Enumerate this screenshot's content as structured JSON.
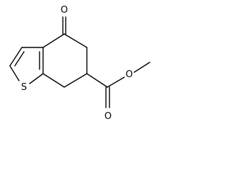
{
  "molecule": {
    "atoms": [
      {
        "id": "O_ketone",
        "label": "O"
      },
      {
        "id": "S_thiophene",
        "label": "S"
      },
      {
        "id": "O_ester_carbonyl",
        "label": "O"
      },
      {
        "id": "O_ester_single",
        "label": "O"
      }
    ],
    "colors": {
      "bond": "#000000",
      "label": "#000000",
      "background": "#ffffff"
    }
  }
}
